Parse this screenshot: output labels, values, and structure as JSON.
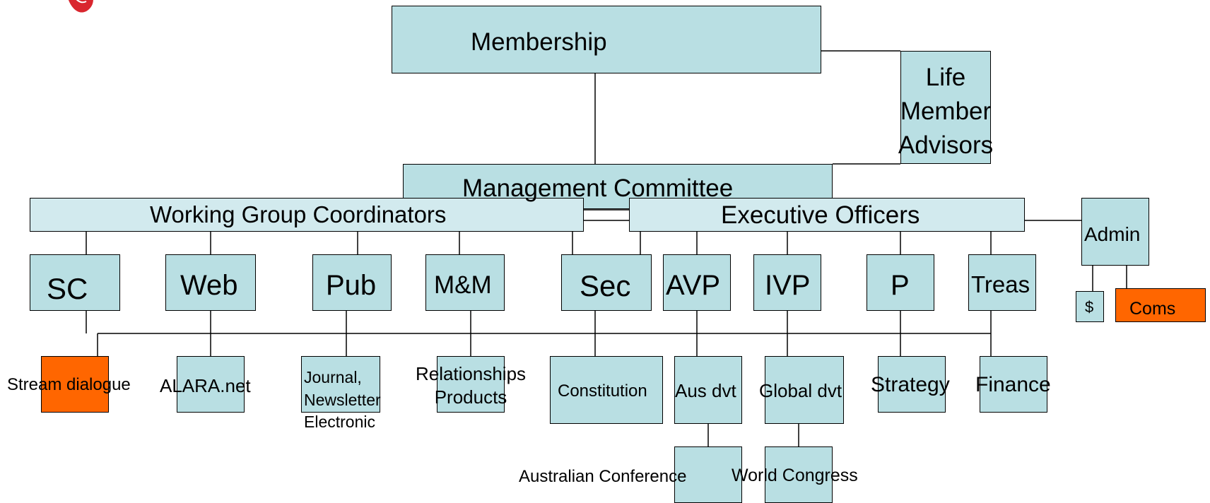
{
  "nodes": {
    "membership": "Membership",
    "life_member_advisors": [
      "Life",
      "Member",
      "Advisors"
    ],
    "management_committee": "Management Committee",
    "working_group_coordinators": "Working Group Coordinators",
    "executive_officers": "Executive Officers",
    "admin": "Admin",
    "sc": "SC",
    "web": "Web",
    "pub": "Pub",
    "mm": "M&M",
    "sec": "Sec",
    "avp": "AVP",
    "ivp": "IVP",
    "p": "P",
    "treas": "Treas",
    "dollar": "$",
    "coms": "Coms",
    "stream_dialogue": "Stream dialogue",
    "alara_net": "ALARA.net",
    "journal": [
      "Journal,",
      "Newsletter",
      "Electronic"
    ],
    "relationships_products": [
      "Relationships",
      "Products"
    ],
    "constitution": "Constitution",
    "aus_dvt": "Aus dvt",
    "global_dvt": "Global dvt",
    "strategy": "Strategy",
    "finance": "Finance",
    "australian_conference": "Australian Conference",
    "world_congress": "World Congress"
  },
  "colors": {
    "box": "#b9dfe3",
    "box_light": "#d2eaee",
    "highlight": "#ff6600",
    "line": "#000000",
    "logo": "#d9262e"
  }
}
